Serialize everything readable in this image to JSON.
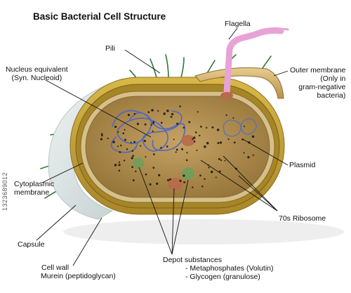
{
  "title": "Basic Bacterial Cell Structure",
  "labels": {
    "flagella": "Flagella",
    "pili": "Pili",
    "nucleus_line1": "Nucleus equivalent",
    "nucleus_line2": "(Syn. Nucleoid)",
    "outer_membrane": "Outer membrane",
    "outer_note_line1": "(Only in",
    "outer_note_line2": "gram-negative",
    "outer_note_line3": "bacteria)",
    "plasmid": "Plasmid",
    "cytoplasmic_line1": "Cytoplasmic",
    "cytoplasmic_line2": "membrane",
    "ribosome": "70s Ribosome",
    "capsule": "Capsule",
    "cell_wall_line1": "Cell wall",
    "cell_wall_line2": "Murein (peptidoglycan)",
    "depot_line1": "Depot substances",
    "depot_line2": "- Metaphosphates (Volutin)",
    "depot_line3": "- Glycogen (granulose)"
  },
  "watermark": "1323689012",
  "colors": {
    "capsule": "#dde6e6",
    "cell_wall": "#c9a93a",
    "outer_membrane": "#d8b56b",
    "cytoplasm": "#b08d4c",
    "nucleoid": "#4f66c4",
    "flagellum": "#e7a3d6",
    "pili": "#2d7a3a",
    "granule_green": "#6f9e5a",
    "granule_red": "#b86a4a"
  }
}
